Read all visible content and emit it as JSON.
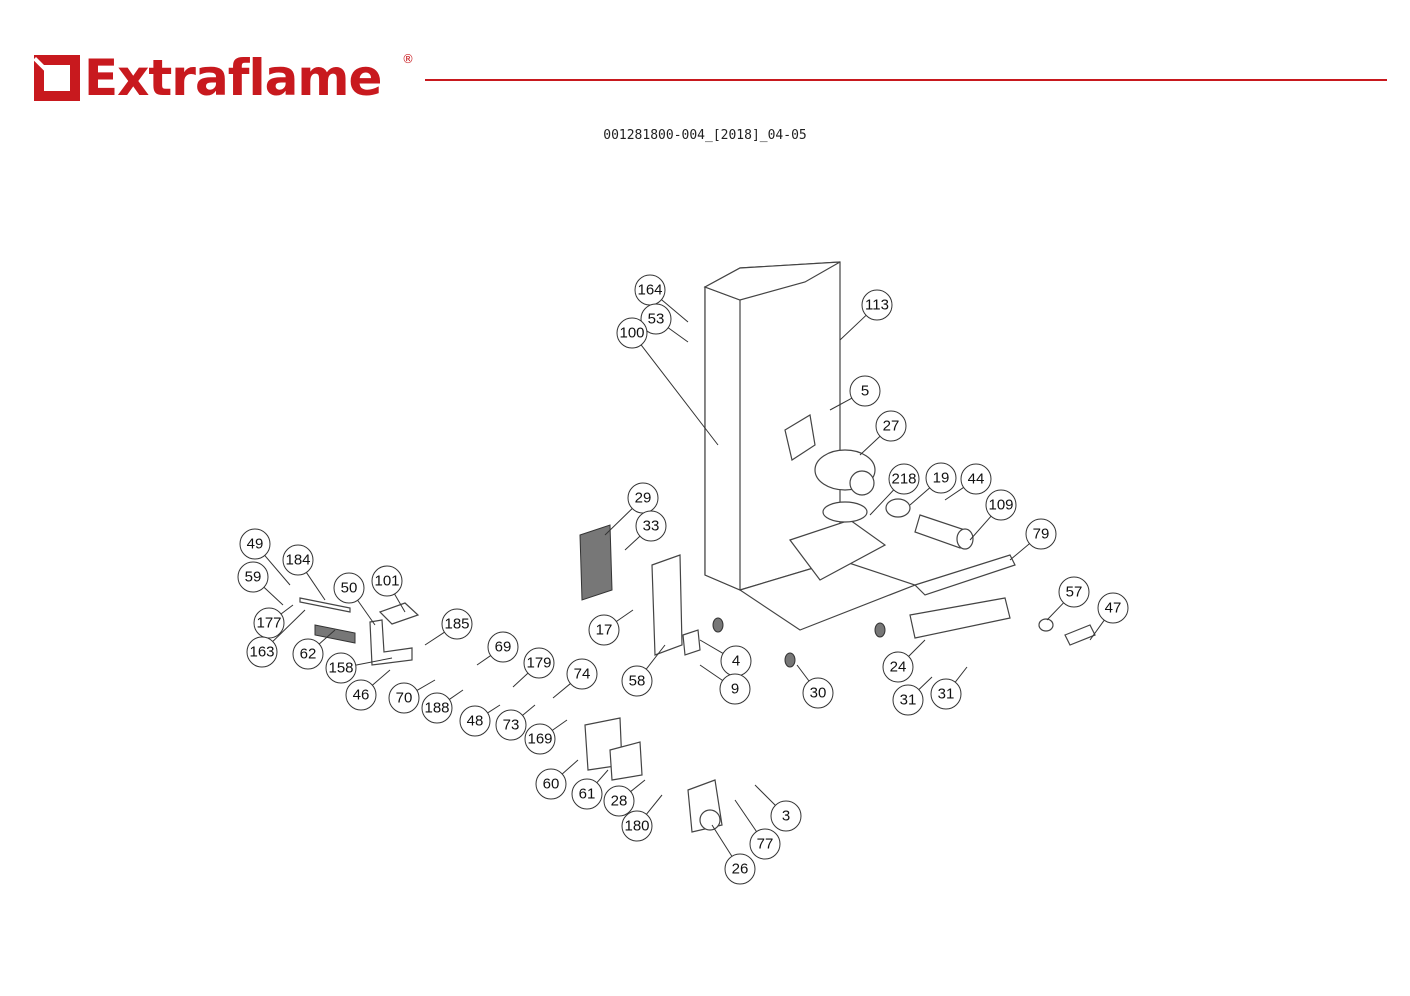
{
  "header": {
    "brand": "Extraflame",
    "registered": "®",
    "document_id": "001281800-004_[2018]_04-05"
  },
  "colors": {
    "brand": "#c8191e",
    "line": "#333333"
  },
  "callouts": [
    "164",
    "53",
    "100",
    "113",
    "5",
    "27",
    "218",
    "19",
    "44",
    "109",
    "79",
    "29",
    "33",
    "49",
    "184",
    "50",
    "101",
    "59",
    "177",
    "163",
    "62",
    "158",
    "46",
    "185",
    "70",
    "188",
    "69",
    "48",
    "179",
    "73",
    "74",
    "169",
    "17",
    "58",
    "4",
    "9",
    "30",
    "24",
    "31",
    "31",
    "57",
    "47",
    "60",
    "61",
    "28",
    "180",
    "3",
    "77",
    "26"
  ]
}
